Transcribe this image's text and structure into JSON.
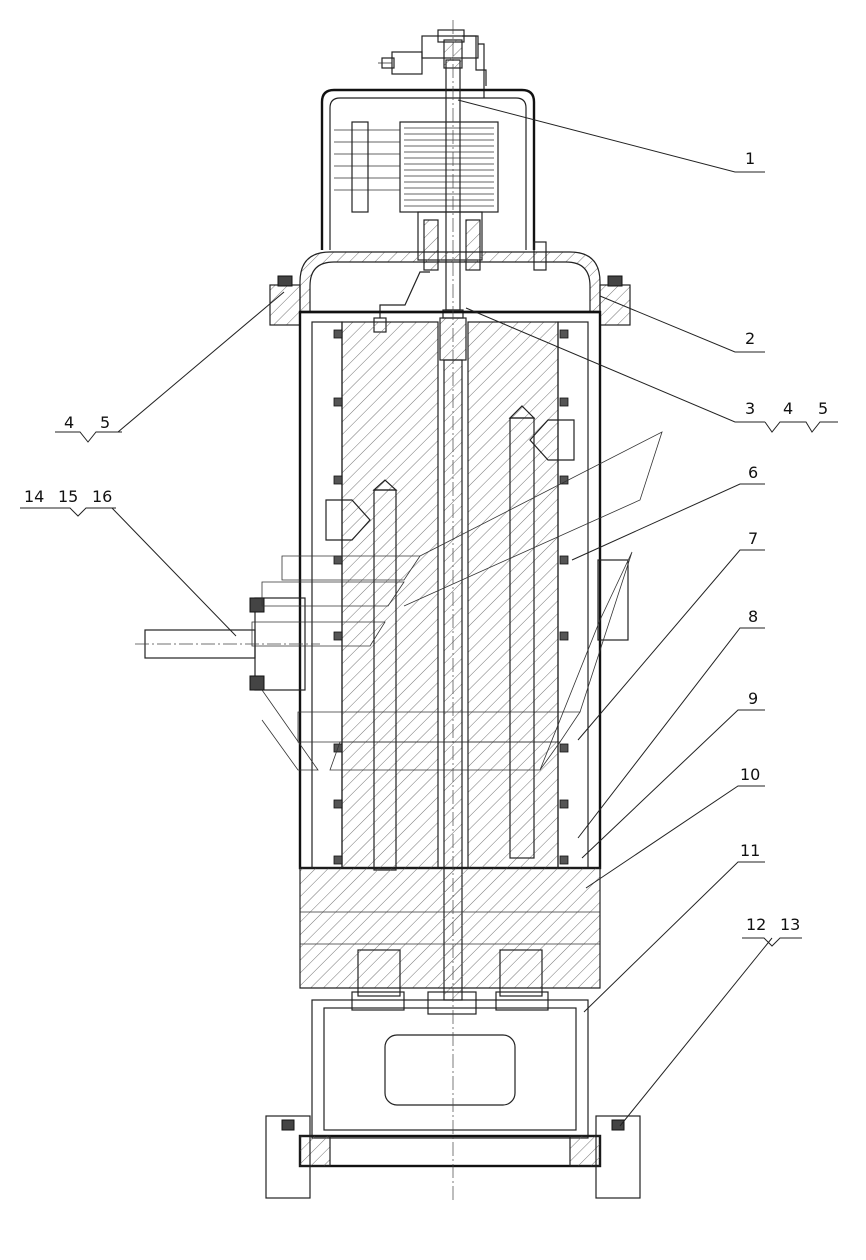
{
  "labels": {
    "l1": "1",
    "l2": "2",
    "l3": "3",
    "l4a": "4",
    "l5a": "5",
    "l4b": "4",
    "l5b": "5",
    "l6": "6",
    "l7": "7",
    "l8": "8",
    "l9": "9",
    "l10": "10",
    "l11": "11",
    "l12": "12",
    "l13": "13",
    "l14": "14",
    "l15": "15",
    "l16": "16"
  },
  "colors": {
    "line": "#222222",
    "background": "#ffffff"
  }
}
